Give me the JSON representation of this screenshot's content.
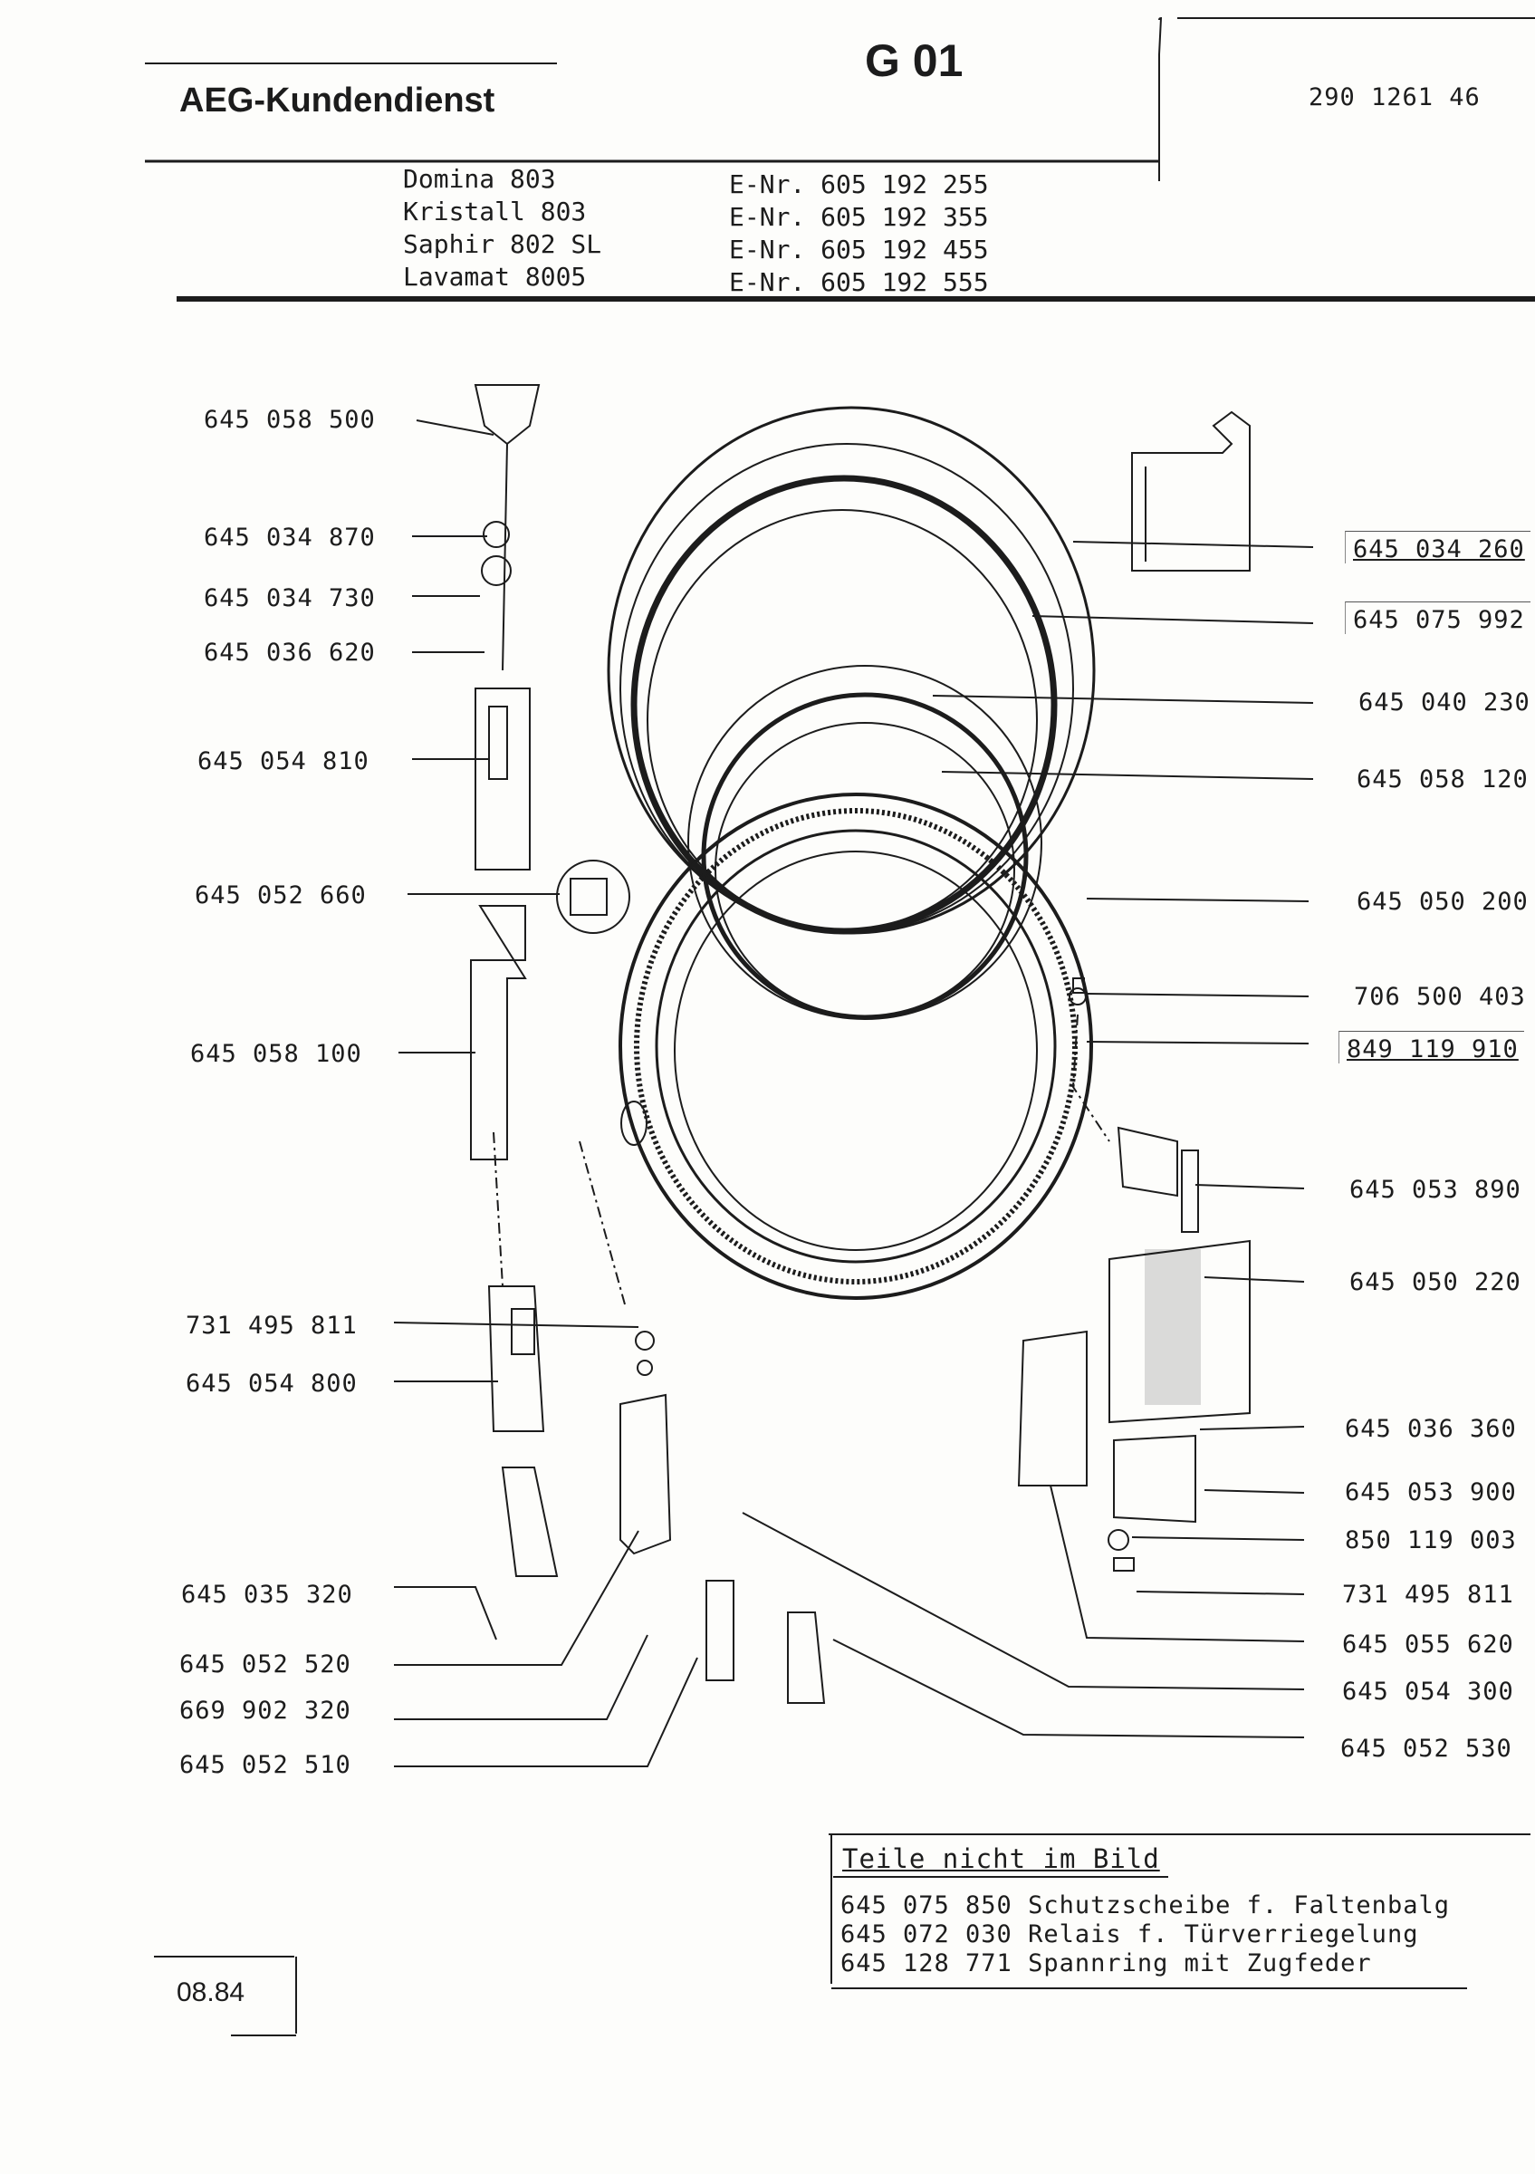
{
  "header": {
    "brand": "AEG-Kundendienst",
    "sheet": "G 01",
    "document_number": "290 1261 46"
  },
  "models": [
    {
      "name": "Domina 803",
      "enr": "E-Nr. 605 192 255"
    },
    {
      "name": "Kristall 803",
      "enr": "E-Nr. 605 192 355"
    },
    {
      "name": "Saphir 802 SL",
      "enr": "E-Nr. 605 192 455"
    },
    {
      "name": "Lavamat 8005",
      "enr": "E-Nr. 605 192 555"
    }
  ],
  "parts_left": [
    "645 058 500",
    "645 034 870",
    "645 034 730",
    "645 036 620",
    "645 054 810",
    "645 052 660",
    "645 058 100",
    "731 495 811",
    "645 054 800",
    "645 035 320",
    "645 052 520",
    "669 902 320",
    "645 052 510"
  ],
  "parts_right": [
    "645 034 260",
    "645 075 992",
    "645 040 230",
    "645 058 120",
    "645 050 200",
    "706 500 403",
    "849 119 910",
    "645 053 890",
    "645 050 220",
    "645 036 360",
    "645 053 900",
    "850 119 003",
    "731 495 811",
    "645 055 620",
    "645 054 300",
    "645 052 530"
  ],
  "notes": {
    "title": "Teile nicht im Bild",
    "items": [
      "645 075 850 Schutzscheibe f. Faltenbalg",
      "645 072 030 Relais f. Türverriegelung",
      "645 128 771 Spannring mit Zugfeder"
    ]
  },
  "date": "08.84",
  "colors": {
    "ink": "#1c1c1c",
    "paper": "#fdfdfb"
  }
}
